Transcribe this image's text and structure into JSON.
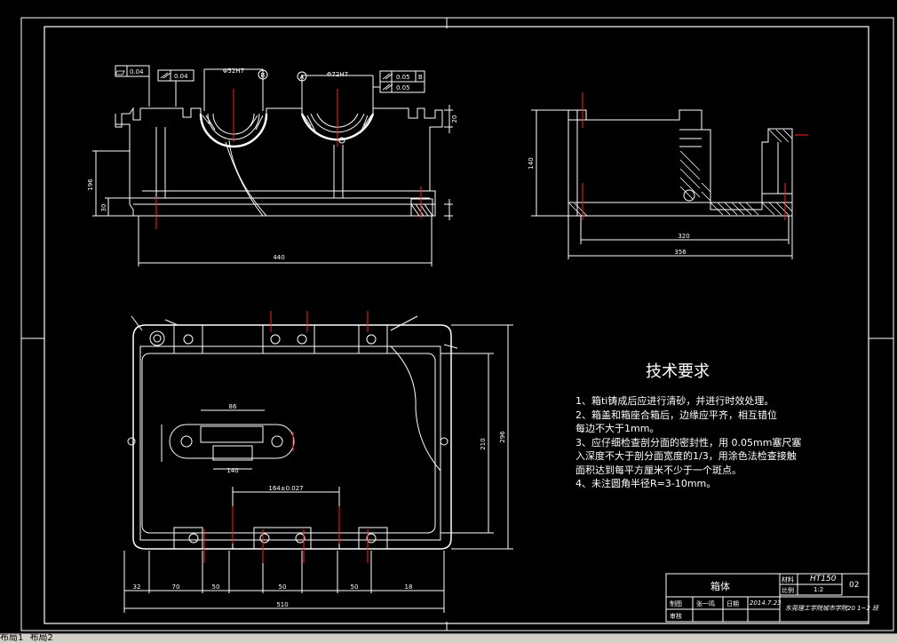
{
  "tech_requirements": {
    "heading": "技术要求",
    "lines": [
      "1、箱ti铸成后应进行清砂，并进行时效处理。",
      "2、箱盖和箱座合箱后，边缘应平齐，相互错位",
      "每边不大于1mm。",
      "3、应仔细检查剖分面的密封性，用 0.05mm塞尺塞",
      "入深度不大于剖分面宽度的1/3，用涂色法检查接触",
      "面积达到每平方厘米不少于一个斑点。",
      "4、未注圆角半径R=3-10mm。"
    ]
  },
  "title_block": {
    "part_name": "箱体",
    "material_label": "材料",
    "material": "HT150",
    "sheet_no": "02",
    "scale_label": "比例",
    "scale": "1:2",
    "drafter_label": "制图",
    "drafter": "张一鸣",
    "date_label": "日期",
    "date": "2014.7.23",
    "reviewer_label": "审核",
    "school": "东莞理工学院城市学院20 1~2 班"
  },
  "dimensions": {
    "front_width": "440",
    "top_width": "510",
    "top_height": "296",
    "top_inner_height": "210",
    "side_width_inner": "320",
    "side_width_outer": "356",
    "front_height": "196",
    "side_height": "140",
    "front_base": "30",
    "front_small": "20",
    "bore_dist": "86",
    "bore_center_dist": "140",
    "bore_left": "Φ52H7",
    "bore_right": "Φ72H7",
    "pitch": "164±0.027",
    "x_dims": [
      "32",
      "70",
      "50",
      "50",
      "50",
      "18"
    ]
  },
  "gdt": {
    "flatness": "0.04",
    "parallel_left": "0.04",
    "datum_b": "B",
    "datum_a": "A",
    "parallel_right_1": "0.05",
    "parallel_right_1_datum": "B",
    "parallel_right_2": "0.05"
  },
  "layout_tabs": [
    "布局1",
    "布局2"
  ],
  "colors": {
    "background": "#000000",
    "line": "#ffffff",
    "center": "#ff2020",
    "tab_bar": "#d4d0c8"
  }
}
